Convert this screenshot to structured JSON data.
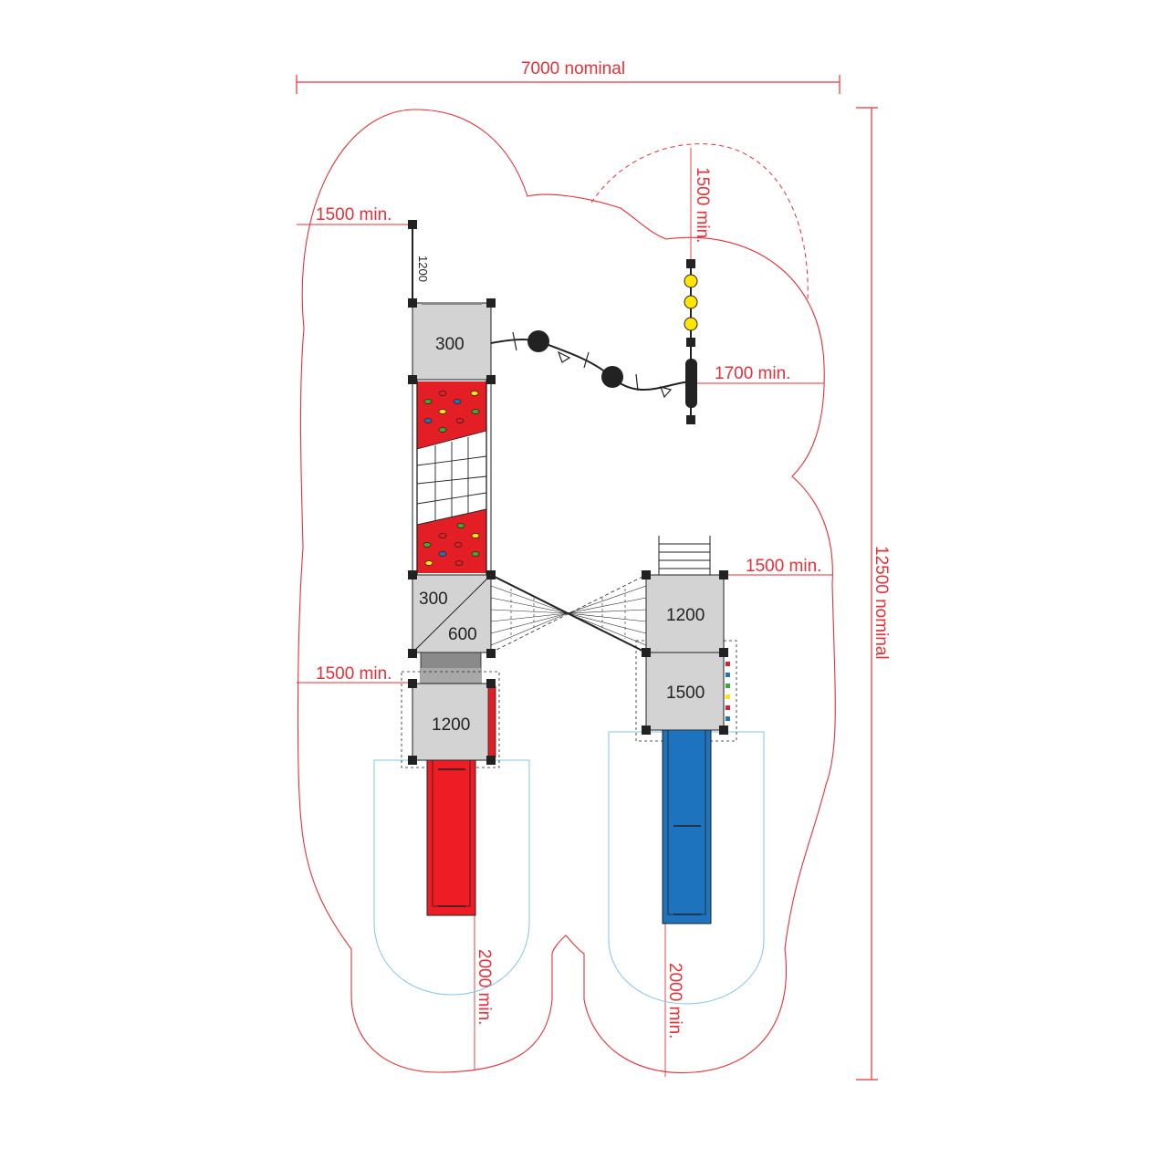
{
  "colors": {
    "dimension": "#e8303a",
    "safety_zone": "#e8303a",
    "slide_zone": "#7fc8e0",
    "platform": "#d3d3d3",
    "climbing_wall": "#e31e25",
    "red_slide": "#ee1c25",
    "blue_slide": "#1e73be",
    "yellow_ball": "#ffe600",
    "structure": "#222222"
  },
  "dimensions": {
    "width_label": "7000 nominal",
    "height_label": "12500 nominal",
    "left_top_min": "1500 min.",
    "right_top_min": "1500 min.",
    "right_mid_min": "1700 min.",
    "right_platform_min": "1500 min.",
    "left_mid_min": "1500 min.",
    "red_slide_min": "2000 min.",
    "blue_slide_min": "2000 min."
  },
  "platforms": {
    "top": "300",
    "post_height": "1200",
    "middle_a": "300",
    "middle_b": "600",
    "left_lower": "1200",
    "right_upper": "1200",
    "right_lower": "1500"
  }
}
